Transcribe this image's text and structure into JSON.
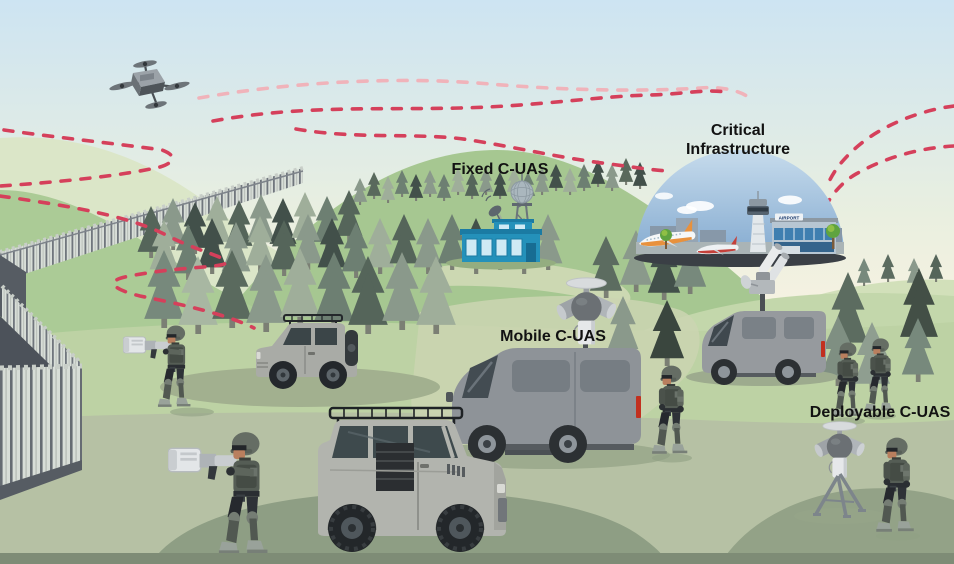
{
  "labels": {
    "fixed": {
      "text": "Fixed C-UAS"
    },
    "critical": {
      "line1": "Critical",
      "line2": "Infrastructure"
    },
    "mobile": {
      "text": "Mobile C-UAS"
    },
    "deployable": {
      "text": "Deployable C-UAS"
    }
  },
  "airport": {
    "sign": "AIRPORT"
  },
  "colors": {
    "trail_red": "#d5405b",
    "trail_pink": "#f0b3ba",
    "label_text": "#121212",
    "building_teal": "#2491ba",
    "sky_top": "#cde4f2",
    "sky_horizon": "#f7f2e1",
    "hill_green": "#a6c791",
    "grass_mid": "#bdd2a4",
    "ground_fore": "#b6c1a4",
    "ground_shadow": "#8e9e84",
    "bottom_band": "#7e8c76",
    "vehicle_gray": "#8e9398",
    "fence_light": "#d8ded8",
    "fence_dark": "#70767d"
  },
  "scene_objects": [
    "quadcopter drone",
    "red dashed drone flight paths",
    "security perimeter fence",
    "pine forest and green hills",
    "fixed C-UAS station with lattice antenna tower and satellite dish",
    "airport shown as critical infrastructure with control tower and airplanes",
    "C-UAS van with mast-mounted RF sensor",
    "C-UAS van with directional jammer head",
    "tripod-mounted deployable RF sensor",
    "two military jeeps",
    "soldiers, two carrying handheld drone jammer guns"
  ]
}
